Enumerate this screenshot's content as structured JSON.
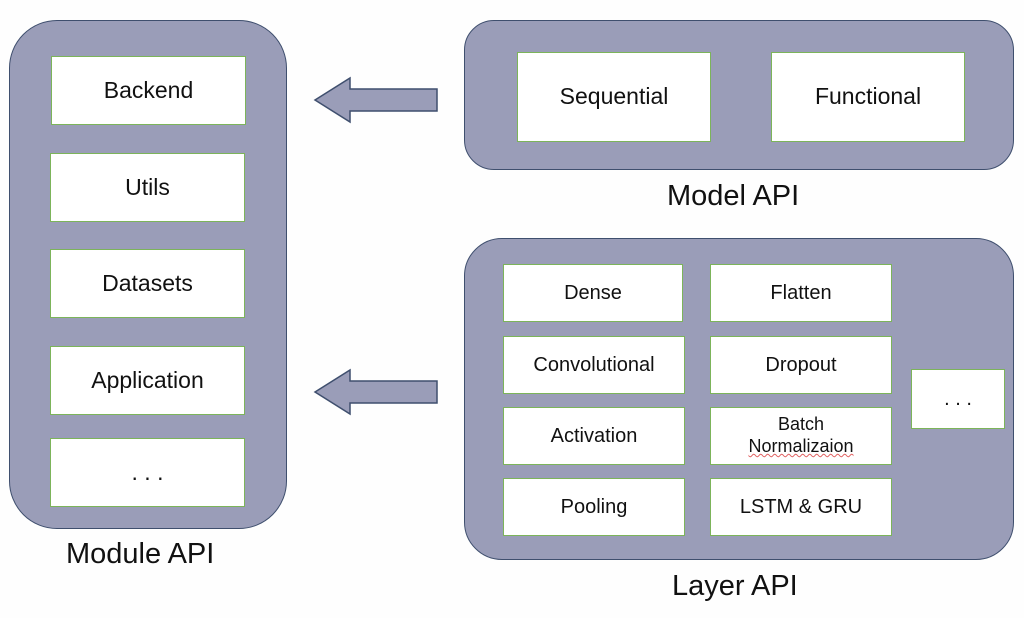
{
  "module_api": {
    "title": "Module API",
    "items": [
      "Backend",
      "Utils",
      "Datasets",
      "Application",
      ". . ."
    ]
  },
  "model_api": {
    "title": "Model API",
    "items": [
      "Sequential",
      "Functional"
    ]
  },
  "layer_api": {
    "title": "Layer API",
    "items": [
      "Dense",
      "Flatten",
      "Convolutional",
      "Dropout",
      "Activation",
      "Batch",
      "Normalizaion",
      "Pooling",
      "LSTM & GRU",
      ". . ."
    ]
  },
  "colors": {
    "panel": "#9a9db8",
    "panel_border": "#3f4f6e",
    "box_border": "#7cb45a"
  }
}
